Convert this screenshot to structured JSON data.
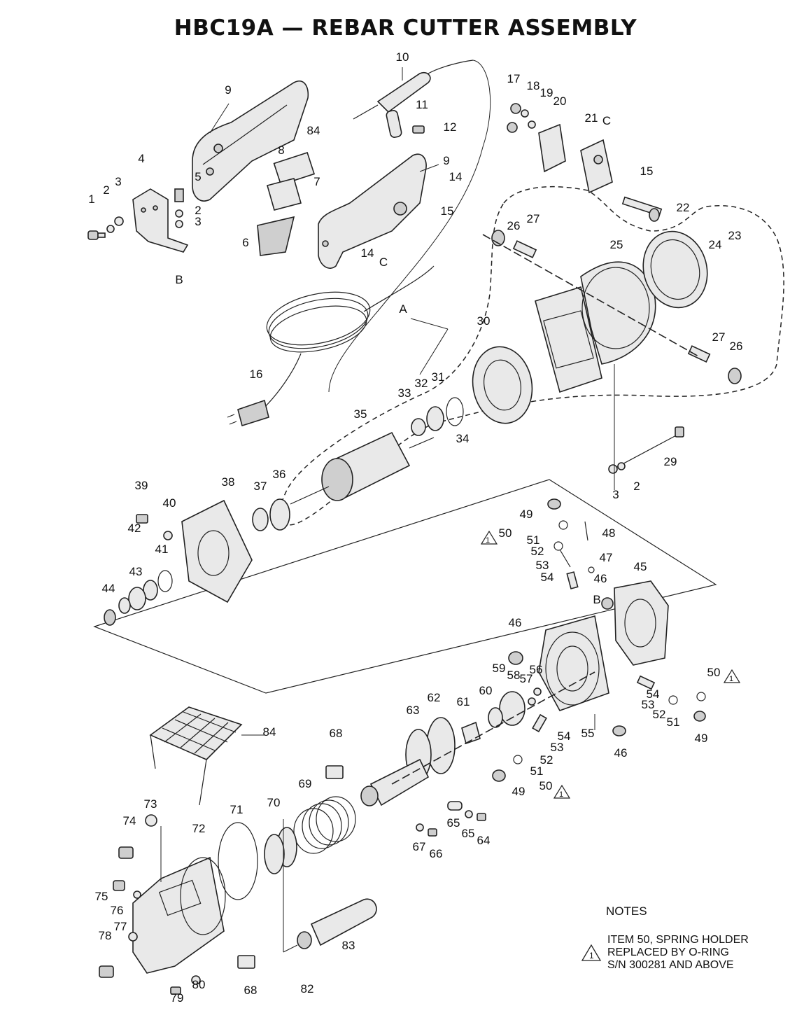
{
  "title": "HBC19A — REBAR CUTTER ASSEMBLY",
  "callouts": [
    "1",
    "2",
    "3",
    "4",
    "5",
    "2",
    "3",
    "6",
    "7",
    "8",
    "84",
    "9",
    "9",
    "10",
    "11",
    "12",
    "14",
    "14",
    "15",
    "C",
    "B",
    "16",
    "17",
    "18",
    "19",
    "20",
    "21",
    "C",
    "15",
    "22",
    "23",
    "24",
    "25",
    "26",
    "27",
    "27",
    "26",
    "A",
    "30",
    "31",
    "32",
    "33",
    "34",
    "35",
    "29",
    "3",
    "2",
    "36",
    "37",
    "38",
    "39",
    "40",
    "41",
    "42",
    "43",
    "44",
    "49",
    "50",
    "51",
    "52",
    "53",
    "54",
    "48",
    "47",
    "45",
    "46",
    "B",
    "46",
    "59",
    "58",
    "57",
    "56",
    "60",
    "61",
    "62",
    "63",
    "55",
    "50",
    "54",
    "53",
    "52",
    "51",
    "49",
    "46",
    "54",
    "53",
    "52",
    "51",
    "49",
    "50",
    "84",
    "68",
    "69",
    "70",
    "71",
    "72",
    "73",
    "74",
    "75",
    "76",
    "77",
    "78",
    "79",
    "80",
    "82",
    "83",
    "68",
    "64",
    "65",
    "65",
    "66",
    "67"
  ],
  "warning_symbol": "1",
  "notes": {
    "heading": "NOTES",
    "lines": [
      "ITEM 50, SPRING HOLDER",
      "REPLACED BY O-RING",
      "S/N 300281 AND ABOVE"
    ]
  }
}
